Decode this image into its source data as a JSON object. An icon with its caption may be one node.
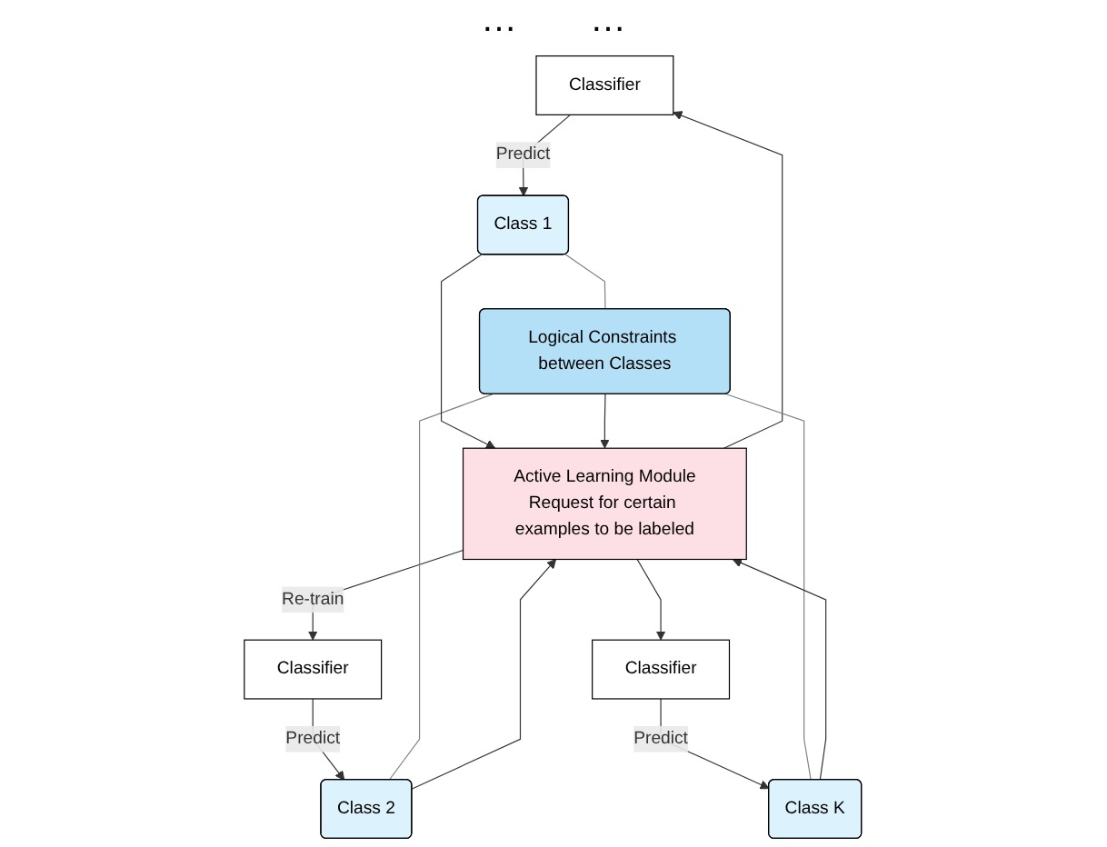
{
  "diagram": {
    "nodes": [
      {
        "text": [
          "Classifier"
        ]
      },
      {
        "text": [
          "Classifier"
        ]
      },
      {
        "text": [
          "Classifier"
        ]
      },
      {
        "text": [
          "Class 1"
        ]
      },
      {
        "text": [
          "Class 2"
        ]
      },
      {
        "text": [
          "Class K"
        ]
      },
      {
        "text": [
          "Logical Constraints between Classes"
        ]
      },
      {
        "text": [
          "Active Learning Module",
          "Request for certain examples to be labeled"
        ]
      }
    ],
    "edges": [
      {
        "from": 7,
        "to": 0,
        "arrow": "to"
      },
      {
        "from": 7,
        "to": 1,
        "arrow": "to",
        "label": "Re-train"
      },
      {
        "from": 7,
        "to": 2,
        "arrow": "to"
      },
      {
        "from": 0,
        "to": 3,
        "arrow": "to",
        "label": "Predict"
      },
      {
        "from": 1,
        "to": 4,
        "arrow": "to",
        "label": "Predict"
      },
      {
        "from": 2,
        "to": 5,
        "arrow": "to",
        "label": "Predict"
      },
      {
        "from": 3,
        "to": 6,
        "arrow": "none",
        "color": "#808080"
      },
      {
        "from": 4,
        "to": 6,
        "arrow": "none",
        "color": "#808080"
      },
      {
        "from": 5,
        "to": 6,
        "arrow": "none",
        "color": "#808080"
      },
      {
        "from": 3,
        "to": 7,
        "arrow": "to"
      },
      {
        "from": 4,
        "to": 7,
        "arrow": "to"
      },
      {
        "from": 5,
        "to": 7,
        "arrow": "to"
      },
      {
        "from": 6,
        "to": 7,
        "arrow": "to"
      }
    ],
    "labels": [
      "…",
      "…"
    ]
  }
}
